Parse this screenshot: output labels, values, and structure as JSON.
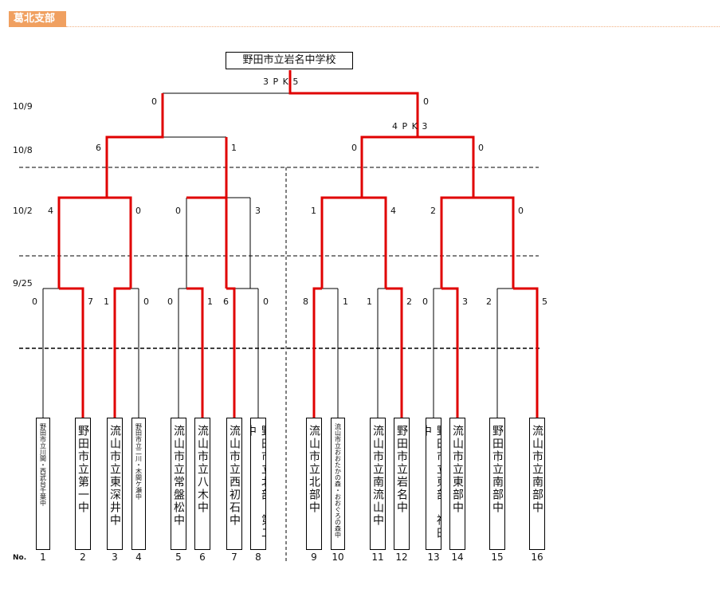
{
  "header": {
    "title": "葛北支部"
  },
  "champion": "野田市立岩名中学校",
  "final": {
    "pk_left": "3 P K 5",
    "score_left": "0",
    "score_right": "0"
  },
  "semi_right_pk": "4 P K 3",
  "dates": [
    "10/9",
    "10/8",
    "10/2",
    "9/25"
  ],
  "no_label": "No.",
  "scores": {
    "sf_left_a": "6",
    "sf_left_b": "1",
    "sf_right_a": "0",
    "sf_right_b": "0",
    "qf": [
      "4",
      "0",
      "0",
      "3",
      "1",
      "4",
      "2",
      "0"
    ],
    "r1": [
      "0",
      "7",
      "1",
      "0",
      "0",
      "1",
      "6",
      "0",
      "8",
      "1",
      "1",
      "2",
      "0",
      "3",
      "2",
      "5"
    ]
  },
  "teams": [
    {
      "no": "1",
      "name": "野田市立川間・西武台千葉中"
    },
    {
      "no": "2",
      "name": "野田市立第一中"
    },
    {
      "no": "3",
      "name": "流山市立東深井中"
    },
    {
      "no": "4",
      "name": "野田市立二川・木間ケ瀬中"
    },
    {
      "no": "5",
      "name": "流山市立常盤松中"
    },
    {
      "no": "6",
      "name": "流山市立八木中"
    },
    {
      "no": "7",
      "name": "流山市立西初石中"
    },
    {
      "no": "8",
      "name": "野田市立北部・第二中"
    },
    {
      "no": "9",
      "name": "流山市立北部中"
    },
    {
      "no": "10",
      "name": "流山市立おおたかの森・おおぐろの森中"
    },
    {
      "no": "11",
      "name": "流山市立南流山中"
    },
    {
      "no": "12",
      "name": "野田市立岩名中"
    },
    {
      "no": "13",
      "name": "野田市立東部・福田中"
    },
    {
      "no": "14",
      "name": "流山市立東部中"
    },
    {
      "no": "15",
      "name": "野田市立南部中"
    },
    {
      "no": "16",
      "name": "流山市立南部中"
    }
  ],
  "colors": {
    "win": "#e00000",
    "line": "#000000",
    "header": "#f0a060"
  }
}
